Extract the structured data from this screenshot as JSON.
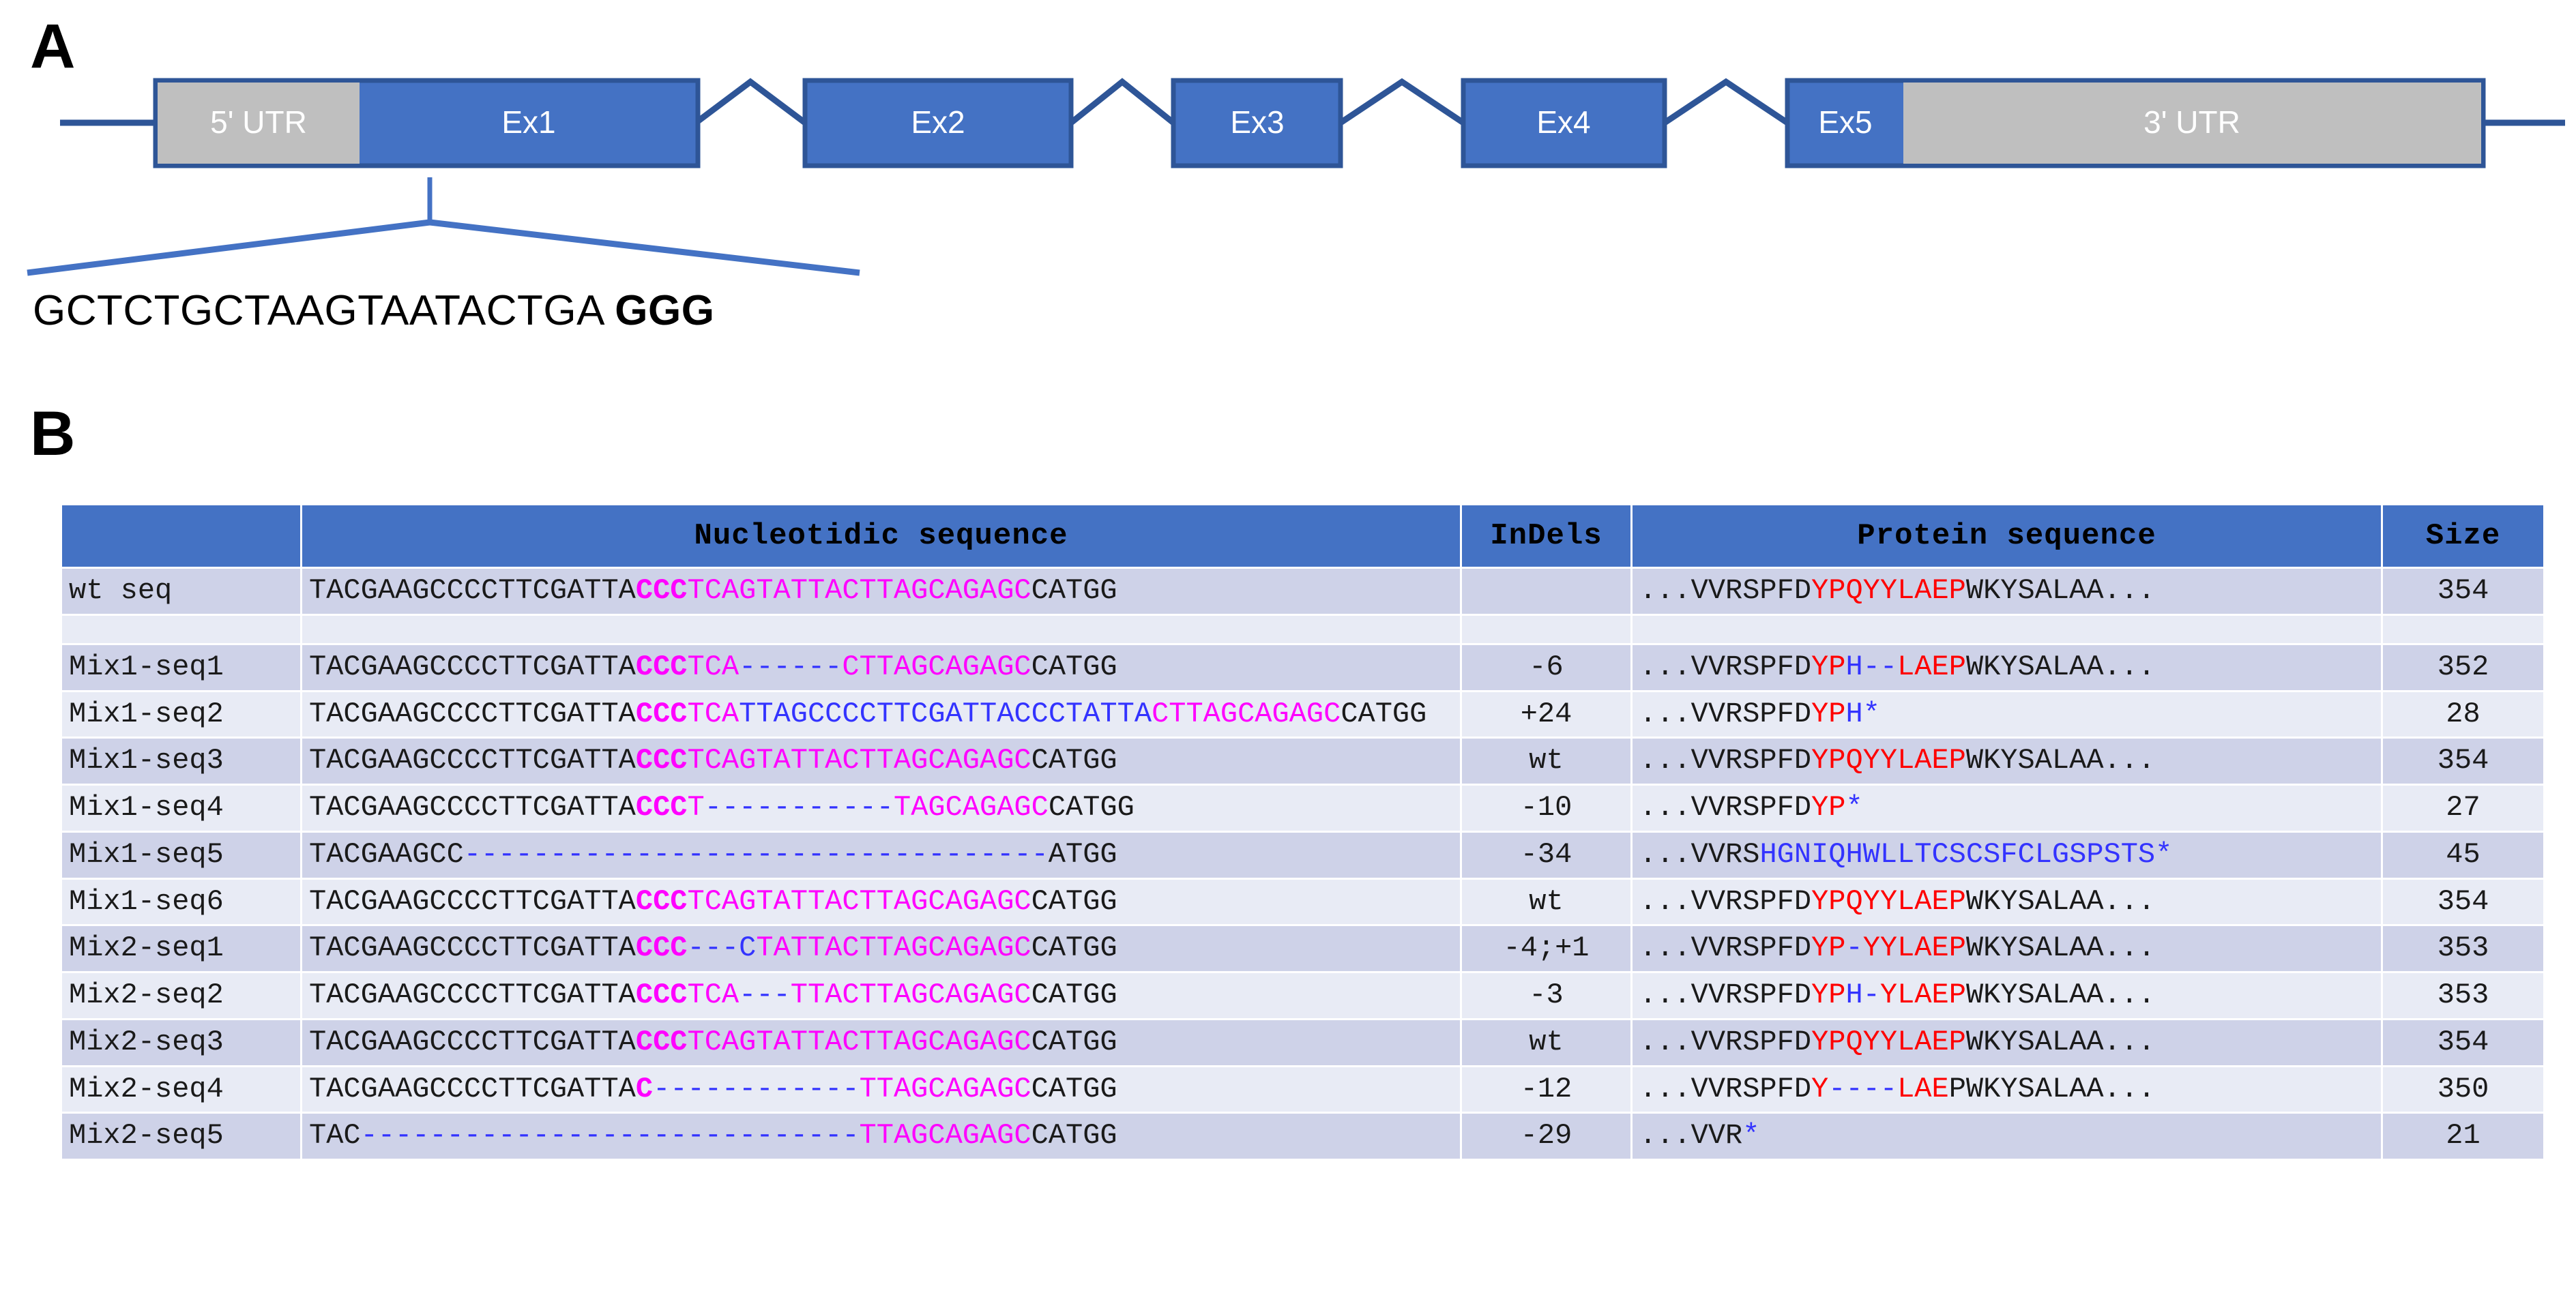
{
  "panels": {
    "a_letter": "A",
    "b_letter": "B"
  },
  "gene_model": {
    "features": [
      {
        "name": "5' UTR",
        "type": "utr"
      },
      {
        "name": "Ex1",
        "type": "exon"
      },
      {
        "name": "Ex2",
        "type": "exon"
      },
      {
        "name": "Ex3",
        "type": "exon"
      },
      {
        "name": "Ex4",
        "type": "exon"
      },
      {
        "name": "Ex5",
        "type": "exon"
      },
      {
        "name": "3' UTR",
        "type": "utr"
      }
    ],
    "exon_fill": "#4472C4",
    "utr_fill": "#BFBFBF",
    "line_color": "#2E5597",
    "label_color": "#FFFFFF"
  },
  "guide": {
    "protospacer": "GCTCTGCTAAGTAATACTGA",
    "pam": "GGG",
    "separator": " "
  },
  "table": {
    "headers": [
      "",
      "Nucleotidic sequence",
      "InDels",
      "Protein sequence",
      "Size"
    ],
    "header_bg": "#4472C4",
    "rows": [
      {
        "name": "wt seq",
        "band": "a",
        "nucleotide": [
          {
            "t": "TACGAAGCCCCTTCGATTA",
            "c": "black"
          },
          {
            "t": "CCC",
            "c": "magenta-bold"
          },
          {
            "t": "TCAGTATTACTTAGCAGAGC",
            "c": "magenta"
          },
          {
            "t": "CATGG",
            "c": "black"
          }
        ],
        "indels": "",
        "protein": [
          {
            "t": "...VVRSPFD",
            "c": "black"
          },
          {
            "t": "YPQYYLAEP",
            "c": "red"
          },
          {
            "t": "WKYSALAA...",
            "c": "black"
          }
        ],
        "size": "354"
      },
      {
        "name": "Mix1-seq1",
        "band": "a",
        "nucleotide": [
          {
            "t": "TACGAAGCCCCTTCGATTA",
            "c": "black"
          },
          {
            "t": "CCC",
            "c": "magenta-bold"
          },
          {
            "t": "TCA",
            "c": "magenta"
          },
          {
            "t": "------",
            "c": "blue"
          },
          {
            "t": "CTTAGCAGAGC",
            "c": "magenta"
          },
          {
            "t": "CATGG",
            "c": "black"
          }
        ],
        "indels": "-6",
        "protein": [
          {
            "t": "...VVRSPFD",
            "c": "black"
          },
          {
            "t": "YP",
            "c": "red"
          },
          {
            "t": "H",
            "c": "blue"
          },
          {
            "t": "--",
            "c": "blue"
          },
          {
            "t": "LAEP",
            "c": "red"
          },
          {
            "t": "WKYSALAA...",
            "c": "black"
          }
        ],
        "size": "352"
      },
      {
        "name": "Mix1-seq2",
        "band": "b",
        "nucleotide": [
          {
            "t": "TACGAAGCCCCTTCGATTA",
            "c": "black"
          },
          {
            "t": "CCC",
            "c": "magenta-bold"
          },
          {
            "t": "TCA",
            "c": "magenta"
          },
          {
            "t": "TTAGCCCCTTCGATTACCCTATT",
            "c": "blue"
          },
          {
            "t": "A",
            "c": "blue"
          },
          {
            "t": "CTTAGCAGAGC",
            "c": "magenta"
          },
          {
            "t": "CATGG",
            "c": "black"
          }
        ],
        "indels": "+24",
        "protein": [
          {
            "t": "...VVRSPFD",
            "c": "black"
          },
          {
            "t": "YP",
            "c": "red"
          },
          {
            "t": "H",
            "c": "blue"
          },
          {
            "t": "*",
            "c": "blue"
          }
        ],
        "size": "28"
      },
      {
        "name": "Mix1-seq3",
        "band": "a",
        "nucleotide": [
          {
            "t": "TACGAAGCCCCTTCGATTA",
            "c": "black"
          },
          {
            "t": "CCC",
            "c": "magenta-bold"
          },
          {
            "t": "TCAGTATTACTTAGCAGAGC",
            "c": "magenta"
          },
          {
            "t": "CATGG",
            "c": "black"
          }
        ],
        "indels": "wt",
        "protein": [
          {
            "t": "...VVRSPFD",
            "c": "black"
          },
          {
            "t": "YPQYYLAEP",
            "c": "red"
          },
          {
            "t": "WKYSALAA...",
            "c": "black"
          }
        ],
        "size": "354"
      },
      {
        "name": "Mix1-seq4",
        "band": "b",
        "nucleotide": [
          {
            "t": "TACGAAGCCCCTTCGATTA",
            "c": "black"
          },
          {
            "t": "CCC",
            "c": "magenta-bold"
          },
          {
            "t": "T",
            "c": "magenta"
          },
          {
            "t": "-----------",
            "c": "blue"
          },
          {
            "t": "TAGCAGAGC",
            "c": "magenta"
          },
          {
            "t": "CATGG",
            "c": "black"
          }
        ],
        "indels": "-10",
        "protein": [
          {
            "t": "...VVRSPFD",
            "c": "black"
          },
          {
            "t": "YP",
            "c": "red"
          },
          {
            "t": "*",
            "c": "blue"
          }
        ],
        "size": "27"
      },
      {
        "name": "Mix1-seq5",
        "band": "a",
        "nucleotide": [
          {
            "t": "TACGAAGCC",
            "c": "black"
          },
          {
            "t": "----------------------------------",
            "c": "blue"
          },
          {
            "t": "ATGG",
            "c": "black"
          }
        ],
        "indels": "-34",
        "protein": [
          {
            "t": "...VVRS",
            "c": "black"
          },
          {
            "t": "HGNIQHWLLTCSCSFCLGSPSTS*",
            "c": "blue"
          }
        ],
        "size": "45"
      },
      {
        "name": "Mix1-seq6",
        "band": "b",
        "nucleotide": [
          {
            "t": "TACGAAGCCCCTTCGATTA",
            "c": "black"
          },
          {
            "t": "CCC",
            "c": "magenta-bold"
          },
          {
            "t": "TCAGTATTACTTAGCAGAGC",
            "c": "magenta"
          },
          {
            "t": "CATGG",
            "c": "black"
          }
        ],
        "indels": "wt",
        "protein": [
          {
            "t": "...VVRSPFD",
            "c": "black"
          },
          {
            "t": "YPQYYLAEP",
            "c": "red"
          },
          {
            "t": "WKYSALAA...",
            "c": "black"
          }
        ],
        "size": "354"
      },
      {
        "name": "Mix2-seq1",
        "band": "a",
        "nucleotide": [
          {
            "t": "TACGAAGCCCCTTCGATTA",
            "c": "black"
          },
          {
            "t": "CCC",
            "c": "magenta-bold"
          },
          {
            "t": "---",
            "c": "blue"
          },
          {
            "t": "C",
            "c": "blue"
          },
          {
            "t": "TATTACTTAGCAGAGC",
            "c": "magenta"
          },
          {
            "t": "CATGG",
            "c": "black"
          }
        ],
        "indels": "-4;+1",
        "protein": [
          {
            "t": "...VVRSPFD",
            "c": "black"
          },
          {
            "t": "YP",
            "c": "red"
          },
          {
            "t": "-",
            "c": "blue"
          },
          {
            "t": "YYLAEP",
            "c": "red"
          },
          {
            "t": "WKYSALAA...",
            "c": "black"
          }
        ],
        "size": "353"
      },
      {
        "name": "Mix2-seq2",
        "band": "b",
        "nucleotide": [
          {
            "t": "TACGAAGCCCCTTCGATTA",
            "c": "black"
          },
          {
            "t": "CCC",
            "c": "magenta-bold"
          },
          {
            "t": "TCA",
            "c": "magenta"
          },
          {
            "t": "---",
            "c": "blue"
          },
          {
            "t": "TTACTTAGCAGAGC",
            "c": "magenta"
          },
          {
            "t": "CATGG",
            "c": "black"
          }
        ],
        "indels": "-3",
        "protein": [
          {
            "t": "...VVRSPFD",
            "c": "black"
          },
          {
            "t": "YP",
            "c": "red"
          },
          {
            "t": "H",
            "c": "blue"
          },
          {
            "t": "-",
            "c": "blue"
          },
          {
            "t": "YLAEP",
            "c": "red"
          },
          {
            "t": "WKYSALAA...",
            "c": "black"
          }
        ],
        "size": "353"
      },
      {
        "name": "Mix2-seq3",
        "band": "a",
        "nucleotide": [
          {
            "t": "TACGAAGCCCCTTCGATTA",
            "c": "black"
          },
          {
            "t": "CCC",
            "c": "magenta-bold"
          },
          {
            "t": "TCAGTATTACTTAGCAGAGC",
            "c": "magenta"
          },
          {
            "t": "CATGG",
            "c": "black"
          }
        ],
        "indels": "wt",
        "protein": [
          {
            "t": "...VVRSPFD",
            "c": "black"
          },
          {
            "t": "YPQYYLAEP",
            "c": "red"
          },
          {
            "t": "WKYSALAA...",
            "c": "black"
          }
        ],
        "size": "354"
      },
      {
        "name": "Mix2-seq4",
        "band": "b",
        "nucleotide": [
          {
            "t": "TACGAAGCCCCTTCGATTA",
            "c": "black"
          },
          {
            "t": "C",
            "c": "magenta-bold"
          },
          {
            "t": "------------",
            "c": "blue"
          },
          {
            "t": "TTAGCAGAGC",
            "c": "magenta"
          },
          {
            "t": "CATGG",
            "c": "black"
          }
        ],
        "indels": "-12",
        "protein": [
          {
            "t": "...VVRSPFD",
            "c": "black"
          },
          {
            "t": "Y",
            "c": "red"
          },
          {
            "t": "----",
            "c": "blue"
          },
          {
            "t": "LAE",
            "c": "red"
          },
          {
            "t": "PWKYSALAA...",
            "c": "black"
          }
        ],
        "size": "350"
      },
      {
        "name": "Mix2-seq5",
        "band": "a",
        "nucleotide": [
          {
            "t": "TAC",
            "c": "black"
          },
          {
            "t": "-----------------------------",
            "c": "blue"
          },
          {
            "t": "TTAGCAGAGC",
            "c": "magenta"
          },
          {
            "t": "CATGG",
            "c": "black"
          }
        ],
        "indels": "-29",
        "protein": [
          {
            "t": "...VVR",
            "c": "black"
          },
          {
            "t": "*",
            "c": "blue"
          }
        ],
        "size": "21"
      }
    ]
  },
  "colors": {
    "exon_blue": "#4472C4",
    "utr_grey": "#BFBFBF",
    "line_blue": "#2E5597",
    "magenta": "#FF00FF",
    "blue": "#3333FF",
    "red": "#FF0000",
    "row_band_a": "#CED2E8",
    "row_band_b": "#E8EBF5"
  }
}
